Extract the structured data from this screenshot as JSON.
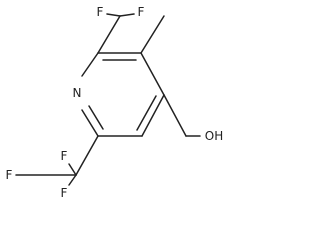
{
  "atom_labels": {
    "f1": "F",
    "f2": "F",
    "n": "N",
    "oh": "OH",
    "f3": "F",
    "f4": "F",
    "f5": "F"
  }
}
